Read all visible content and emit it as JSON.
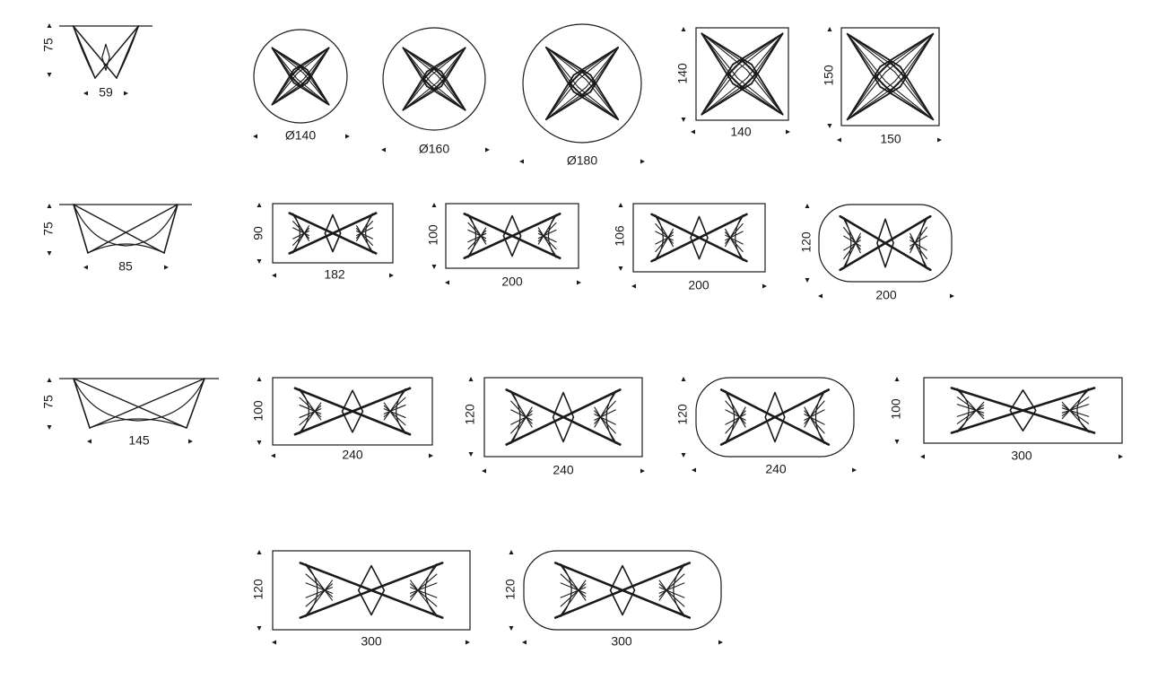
{
  "diagram": {
    "side_views": [
      {
        "height": "75",
        "width": "59"
      },
      {
        "height": "75",
        "width": "85"
      },
      {
        "height": "75",
        "width": "145"
      }
    ],
    "round_tops": [
      {
        "size": "Ø140"
      },
      {
        "size": "Ø160"
      },
      {
        "size": "Ø180"
      }
    ],
    "square_tops": [
      {
        "depth": "140",
        "width": "140"
      },
      {
        "depth": "150",
        "width": "150"
      }
    ],
    "rect_tops_row2": [
      {
        "depth": "90",
        "width": "182",
        "shape": "rectangle"
      },
      {
        "depth": "100",
        "width": "200",
        "shape": "rectangle"
      },
      {
        "depth": "106",
        "width": "200",
        "shape": "rectangle"
      },
      {
        "depth": "120",
        "width": "200",
        "shape": "rounded"
      }
    ],
    "rect_tops_row3": [
      {
        "depth": "100",
        "width": "240",
        "shape": "rectangle"
      },
      {
        "depth": "120",
        "width": "240",
        "shape": "rectangle"
      },
      {
        "depth": "120",
        "width": "240",
        "shape": "rounded"
      },
      {
        "depth": "100",
        "width": "300",
        "shape": "rectangle"
      }
    ],
    "rect_tops_row4": [
      {
        "depth": "120",
        "width": "300",
        "shape": "rectangle"
      },
      {
        "depth": "120",
        "width": "300",
        "shape": "rounded"
      }
    ]
  }
}
